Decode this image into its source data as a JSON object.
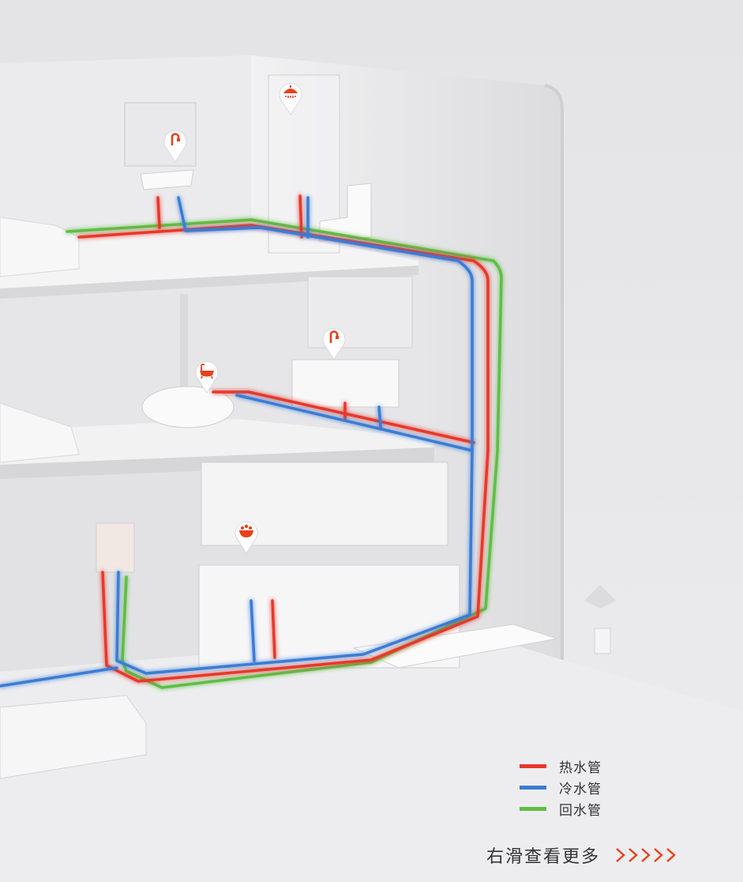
{
  "colors": {
    "hot_pipe": "#e8372b",
    "cold_pipe": "#3a7bd5",
    "return_pipe": "#5fbe45",
    "accent": "#e8401c"
  },
  "markers": [
    {
      "id": "basin-upper",
      "icon": "faucet-icon"
    },
    {
      "id": "shower-upper",
      "icon": "shower-icon"
    },
    {
      "id": "basin-middle",
      "icon": "faucet-icon"
    },
    {
      "id": "bathtub",
      "icon": "bathtub-icon"
    },
    {
      "id": "kitchen-sink",
      "icon": "kitchen-bowl-icon"
    }
  ],
  "legend": {
    "items": [
      {
        "label": "热水管",
        "color": "#e8372b"
      },
      {
        "label": "冷水管",
        "color": "#3a7bd5"
      },
      {
        "label": "回水管",
        "color": "#5fbe45"
      }
    ]
  },
  "cta": {
    "label": "右滑查看更多",
    "icon": "chevrons-right-icon"
  }
}
